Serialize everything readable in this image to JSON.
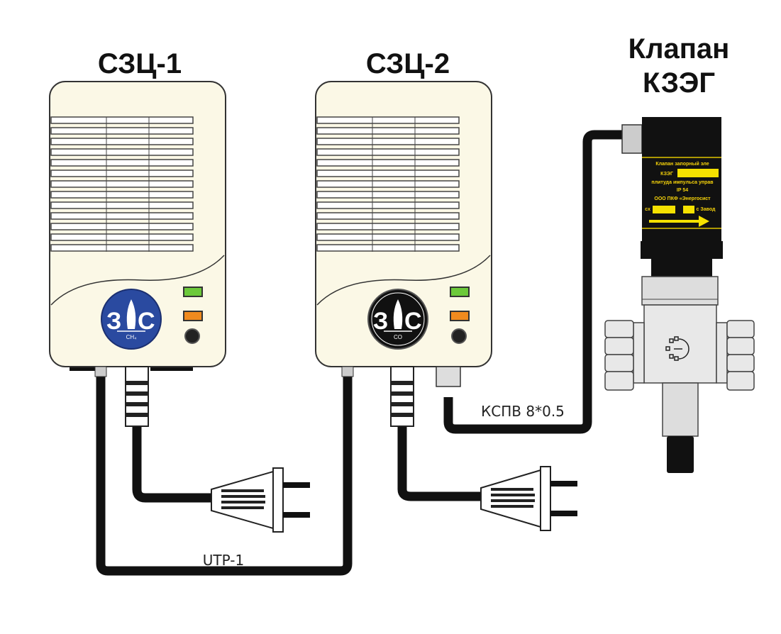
{
  "devices": [
    {
      "title": "СЗЦ-1",
      "logo_letters": [
        "З",
        "С"
      ],
      "logo_gas": "CH₄",
      "logo_color": "#2a4aa0"
    },
    {
      "title": "СЗЦ-2",
      "logo_letters": [
        "З",
        "С"
      ],
      "logo_gas": "CO",
      "logo_color": "#111111"
    }
  ],
  "valve": {
    "title_line1": "Клапан",
    "title_line2": "КЗЭГ",
    "plate": [
      "Клапан запорный эле",
      "КЗЭГ",
      "плитуда импульса управ",
      "IP 54",
      "ООО ПКФ «Энергосист",
      "сх",
      "с Завод"
    ]
  },
  "cables": {
    "utp": "UTP-1",
    "kspv": "КСПВ 8*0.5"
  },
  "colors": {
    "body": "#fbf8e6",
    "led_green": "#6cc93a",
    "led_orange": "#f08a1e",
    "plate_yellow": "#f5e100"
  }
}
